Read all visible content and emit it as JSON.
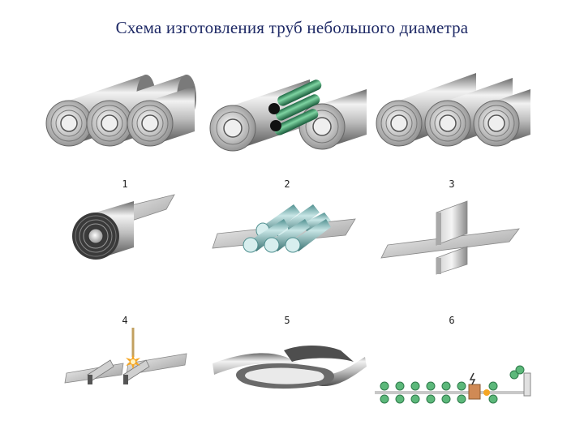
{
  "title": "Схема изготовления труб небольшого диаметра",
  "steps": [
    {
      "label": "1",
      "icon": "coil-unwinding-icon"
    },
    {
      "label": "2",
      "icon": "straightening-rollers-icon"
    },
    {
      "label": "3",
      "icon": "shear-cutting-icon"
    },
    {
      "label": "4",
      "icon": "butt-welding-icon"
    },
    {
      "label": "5",
      "icon": "strip-accumulator-icon"
    },
    {
      "label": "6",
      "icon": "forming-welding-line-icon"
    }
  ],
  "colors": {
    "title": "#1f2a66",
    "steel_light": "#e6e6e6",
    "steel_dark": "#5a5a5a",
    "roller_teal": "#7cb8b8",
    "roller_green": "#2e8b57",
    "spark": "#f5a623",
    "electrode": "#c2a060"
  }
}
